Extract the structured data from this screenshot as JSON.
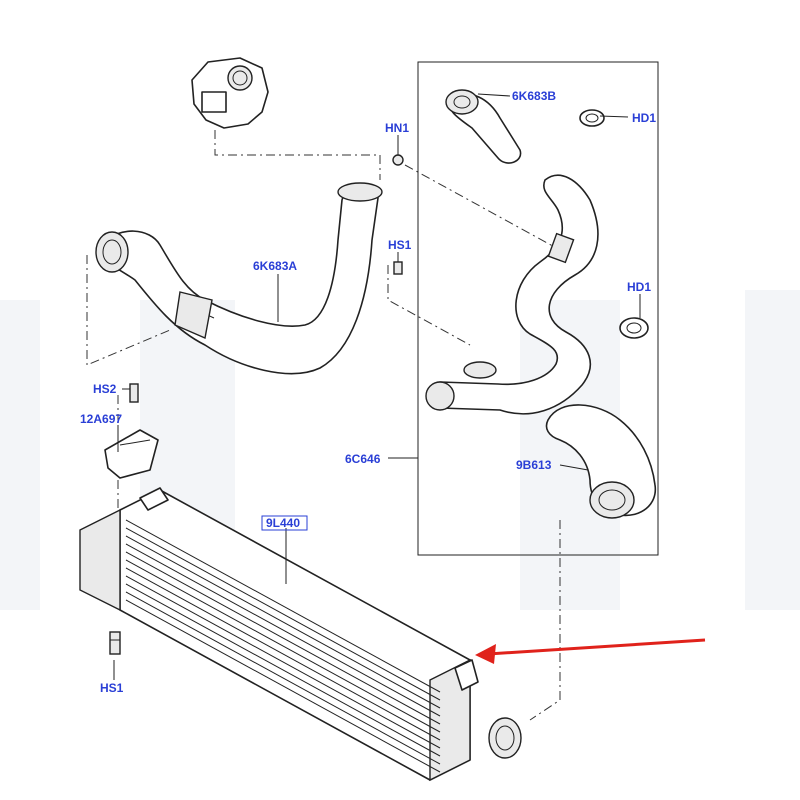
{
  "callouts": {
    "hose_upper_b": "6K683B",
    "clamp_top": "HD1",
    "bolt_hn1": "HN1",
    "bolt_hs1_mid": "HS1",
    "hose_upper_a": "6K683A",
    "clamp_mid": "HD1",
    "bolt_hs2": "HS2",
    "bracket": "12A697",
    "pipe_kit": "6C646",
    "hose_lower": "9B613",
    "intercooler": "9L440",
    "bolt_hs1_bottom": "HS1"
  },
  "colors": {
    "callout_text": "#2a3fd6",
    "indicator_arrow": "#e0221b",
    "line_art": "#222222"
  },
  "indicator": "red-arrow-pointing-at-intercooler"
}
